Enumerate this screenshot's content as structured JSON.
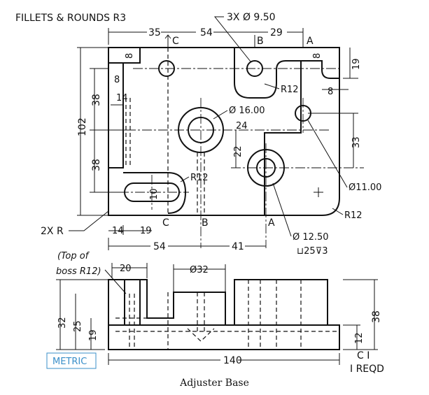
{
  "title": "FILLETS & ROUNDS R3",
  "caption": "Adjuster Base",
  "metric_label": "METRIC",
  "note_qty": "C I",
  "note_reqd": "I REQD",
  "top_view": {
    "hole_note": "3X Ø 9.50",
    "dims": {
      "d35": "35",
      "d54_top": "54",
      "d29": "29",
      "d8_left": "8",
      "d8_left2": "8",
      "d8_right": "8",
      "d8_right2": "8",
      "d19_right": "19",
      "d14_top": "14",
      "d38_upper": "38",
      "d38_lower": "38",
      "d102": "102",
      "d22": "22",
      "d33": "33",
      "d14_bottom": "14",
      "d19_bottom": "19",
      "d54_bottom": "54",
      "d41": "41",
      "d10": "10"
    },
    "callouts": {
      "r12_top": "R12",
      "bore": "Ø 16.00",
      "bore_depth": "24",
      "r12_slot": "R12",
      "hole_11": "Ø11.00",
      "r12_corner": "R12",
      "two_x_r": "2X R",
      "cbore": "Ø 12.50",
      "cbore_note": "⊔25⊽3"
    },
    "section_labels": {
      "c_top": "C",
      "b_top": "B",
      "a_top": "A",
      "c_bot": "C",
      "b_bot": "B",
      "a_bot": "A"
    }
  },
  "front_view": {
    "boss_note_1": "(Top of",
    "boss_note_2": "boss R12)",
    "dims": {
      "d20": "20",
      "d32_dia": "Ø32",
      "d32": "32",
      "d25": "25",
      "d19": "19",
      "d12": "12",
      "d38": "38",
      "d140": "140"
    }
  }
}
